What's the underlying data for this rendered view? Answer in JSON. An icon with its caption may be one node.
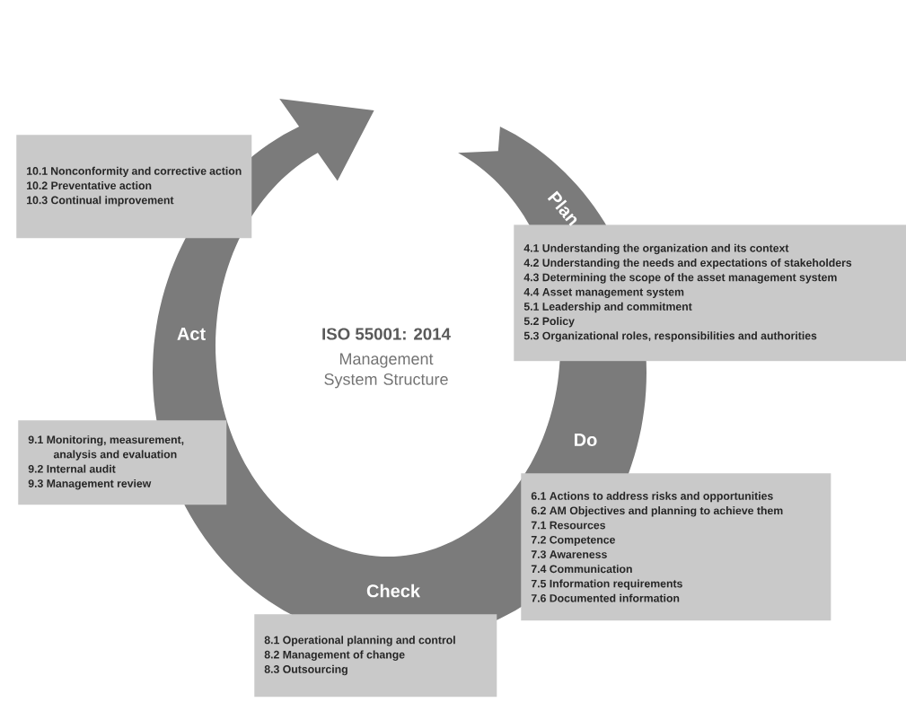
{
  "diagram": {
    "title": "ISO 55001: 2014",
    "caption": "Management System Structure",
    "nodes": [
      {
        "text": [
          "10.1 Nonconformity and corrective action",
          "10.2 Preventative action",
          "10.3 Continual improvement"
        ]
      },
      {
        "text": [
          "4.1 Understanding the organization and its context",
          "4.2 Understanding the needs and expectations of stakeholders",
          "4.3 Determining the scope of the asset management system",
          "4.4 Asset management system",
          "5.1 Leadership and commitment",
          "5.2 Policy",
          "5.3 Organizational roles, responsibilities and authorities"
        ]
      },
      {
        "text": [
          "9.1 Monitoring, measurement, analysis and evaluation",
          "9.2 Internal audit",
          "9.3 Management review"
        ]
      },
      {
        "text": [
          "6.1 Actions to address risks and opportunities",
          "6.2 AM Objectives and planning to achieve them",
          "7.1 Resources",
          "7.2 Competence",
          "7.3 Awareness",
          "7.4 Communication",
          "7.5 Information requirements",
          "7.6 Documented information"
        ]
      },
      {
        "text": [
          "8.1 Operational planning and control",
          "8.2 Management of change",
          "8.3 Outsourcing"
        ]
      }
    ],
    "labels": [
      "Plan",
      "Act",
      "Do",
      "Check"
    ]
  }
}
